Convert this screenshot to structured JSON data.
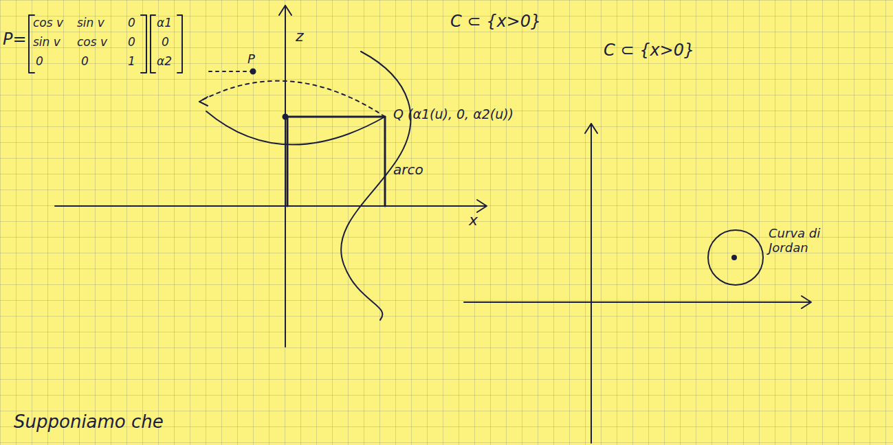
{
  "diagram": {
    "labels": [
      "P=",
      "cos v",
      "sin v",
      "0",
      "sin v",
      "cos v",
      "0",
      "0",
      "0",
      "1",
      "α1",
      "0",
      "α2",
      "z",
      "P",
      "C ⊂ {x>0}",
      "Q (α1(u), 0, α2(u))",
      "arco",
      "x",
      "C ⊂ {x>0}",
      "Curva di Jordan",
      "Supponiamo che"
    ]
  }
}
